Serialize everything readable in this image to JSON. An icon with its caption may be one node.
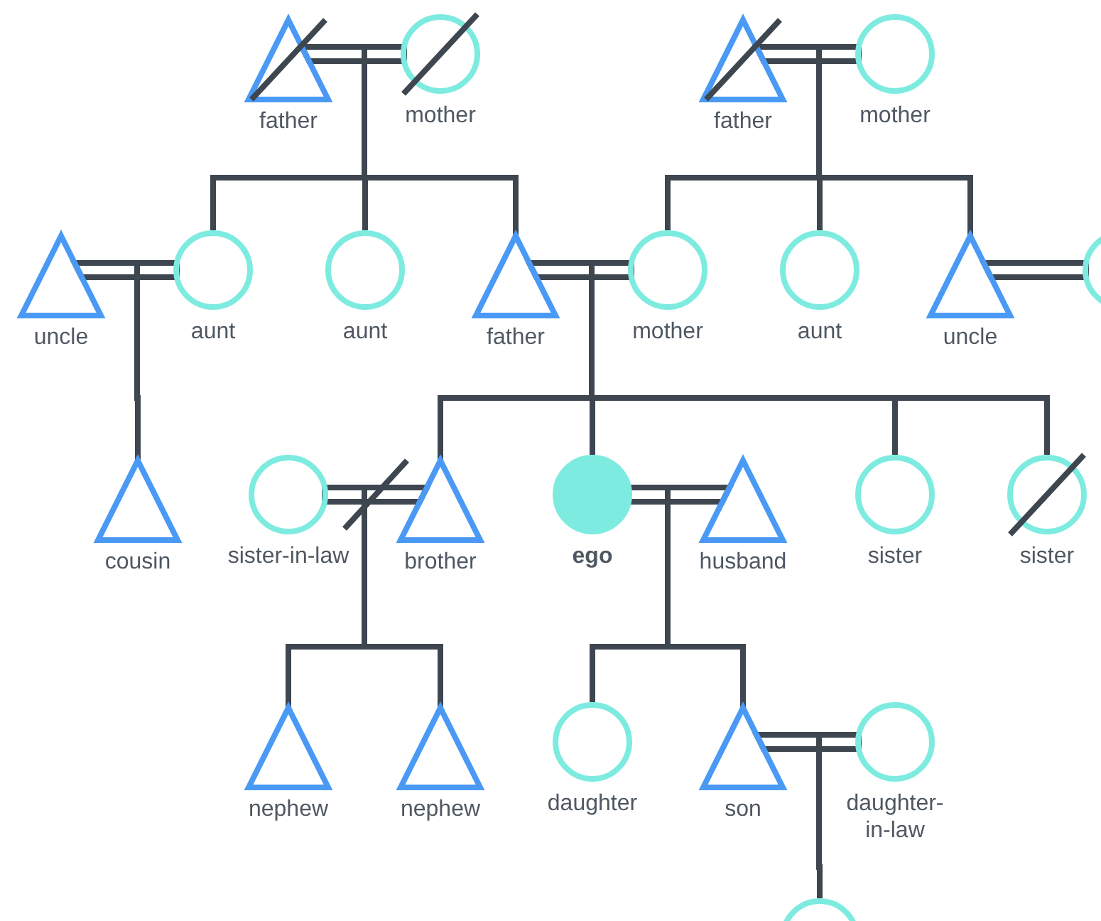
{
  "diagram": {
    "nodes": [
      {
        "text": [
          "father"
        ]
      },
      {
        "text": [
          "mother"
        ]
      },
      {
        "text": [
          "father"
        ]
      },
      {
        "text": [
          "mother"
        ]
      },
      {
        "text": [
          "uncle"
        ]
      },
      {
        "text": [
          "aunt"
        ]
      },
      {
        "text": [
          "aunt"
        ]
      },
      {
        "text": [
          "father"
        ]
      },
      {
        "text": [
          "mother"
        ]
      },
      {
        "text": [
          "aunt"
        ]
      },
      {
        "text": [
          "uncle"
        ]
      },
      {
        "text": [],
        "shape": "circle"
      },
      {
        "text": [
          "cousin"
        ]
      },
      {
        "text": [
          "sister-in-law"
        ]
      },
      {
        "text": [
          "brother"
        ]
      },
      {
        "text": [
          "ego"
        ]
      },
      {
        "text": [
          "husband"
        ]
      },
      {
        "text": [
          "sister"
        ]
      },
      {
        "text": [
          "sister"
        ]
      },
      {
        "text": [
          "nephew"
        ]
      },
      {
        "text": [
          "nephew"
        ]
      },
      {
        "text": [
          "daughter"
        ]
      },
      {
        "text": [
          "son"
        ]
      },
      {
        "text": [
          "daughter-in-law"
        ]
      },
      {
        "text": [],
        "shape": "circle"
      }
    ],
    "edges": [
      {
        "from": 0,
        "to": 1,
        "arrow": "none"
      },
      {
        "from": 2,
        "to": 3,
        "arrow": "none"
      },
      {
        "from": 4,
        "to": 5,
        "arrow": "none"
      },
      {
        "from": 7,
        "to": 8,
        "arrow": "none"
      },
      {
        "from": 10,
        "to": 11,
        "arrow": "none"
      },
      {
        "from": 13,
        "to": 14,
        "arrow": "none"
      },
      {
        "from": 15,
        "to": 16,
        "arrow": "none"
      },
      {
        "from": 22,
        "to": 23,
        "arrow": "none"
      },
      {
        "from": 0,
        "to": 5,
        "arrow": "none"
      },
      {
        "from": 1,
        "to": 5,
        "arrow": "none"
      },
      {
        "from": 0,
        "to": 6,
        "arrow": "none"
      },
      {
        "from": 1,
        "to": 6,
        "arrow": "none"
      },
      {
        "from": 0,
        "to": 7,
        "arrow": "none"
      },
      {
        "from": 1,
        "to": 7,
        "arrow": "none"
      },
      {
        "from": 2,
        "to": 8,
        "arrow": "none"
      },
      {
        "from": 3,
        "to": 8,
        "arrow": "none"
      },
      {
        "from": 2,
        "to": 9,
        "arrow": "none"
      },
      {
        "from": 3,
        "to": 9,
        "arrow": "none"
      },
      {
        "from": 2,
        "to": 10,
        "arrow": "none"
      },
      {
        "from": 3,
        "to": 10,
        "arrow": "none"
      },
      {
        "from": 4,
        "to": 12,
        "arrow": "none"
      },
      {
        "from": 5,
        "to": 12,
        "arrow": "none"
      },
      {
        "from": 7,
        "to": 14,
        "arrow": "none"
      },
      {
        "from": 8,
        "to": 14,
        "arrow": "none"
      },
      {
        "from": 7,
        "to": 15,
        "arrow": "none"
      },
      {
        "from": 8,
        "to": 15,
        "arrow": "none"
      },
      {
        "from": 7,
        "to": 17,
        "arrow": "none"
      },
      {
        "from": 8,
        "to": 17,
        "arrow": "none"
      },
      {
        "from": 7,
        "to": 18,
        "arrow": "none"
      },
      {
        "from": 8,
        "to": 18,
        "arrow": "none"
      },
      {
        "from": 13,
        "to": 19,
        "arrow": "none"
      },
      {
        "from": 14,
        "to": 19,
        "arrow": "none"
      },
      {
        "from": 13,
        "to": 20,
        "arrow": "none"
      },
      {
        "from": 14,
        "to": 20,
        "arrow": "none"
      },
      {
        "from": 15,
        "to": 21,
        "arrow": "none"
      },
      {
        "from": 16,
        "to": 21,
        "arrow": "none"
      },
      {
        "from": 15,
        "to": 22,
        "arrow": "none"
      },
      {
        "from": 16,
        "to": 22,
        "arrow": "none"
      },
      {
        "from": 22,
        "to": 24,
        "arrow": "none"
      },
      {
        "from": 23,
        "to": 24,
        "arrow": "none"
      }
    ]
  }
}
